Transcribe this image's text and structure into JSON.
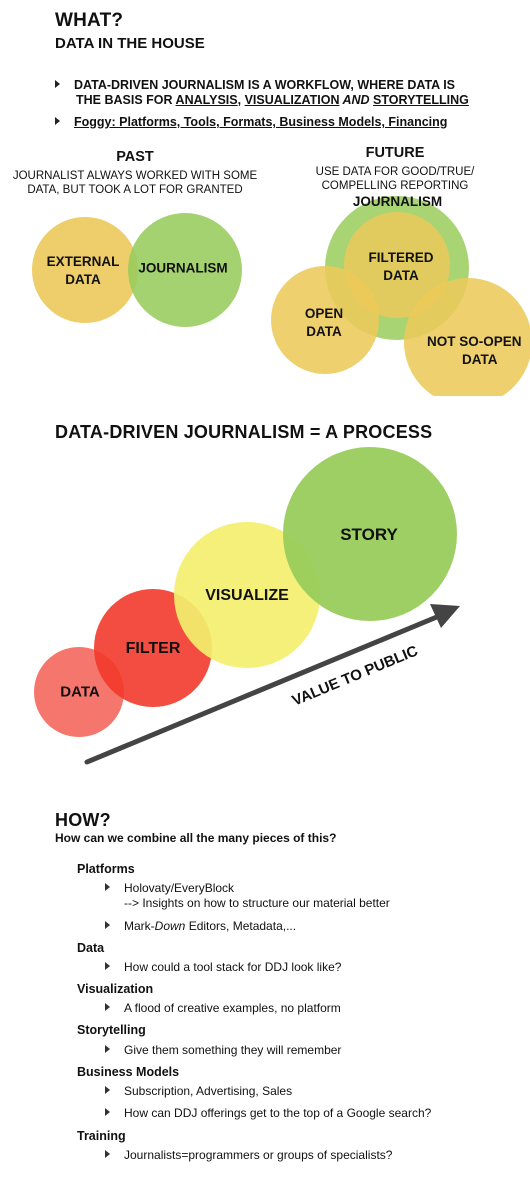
{
  "what": {
    "title": "WHAT?",
    "subtitle": "DATA IN THE HOUSE",
    "bullets": [
      {
        "line1": "DATA-DRIVEN JOURNALISM IS A WORKFLOW, WHERE DATA IS",
        "line2_pre": "THE BASIS FOR ",
        "analysis": "ANALYSIS",
        "comma": ", ",
        "visualization": "VISUALIZATION",
        "and": " AND ",
        "storytelling": "STORYTELLING"
      },
      {
        "text": "Foggy: Platforms, Tools, Formats, Business Models, Financing"
      }
    ]
  },
  "past": {
    "title": "PAST",
    "desc1": "JOURNALIST ALWAYS WORKED WITH SOME",
    "desc2": "DATA, BUT TOOK A LOT FOR GRANTED",
    "external": "EXTERNAL",
    "data": "DATA",
    "journalism": "JOURNALISM"
  },
  "future": {
    "title": "FUTURE",
    "desc1": "USE DATA FOR GOOD/TRUE/",
    "desc2": "COMPELLING REPORTING",
    "journalism": "JOURNALISM",
    "filtered": "FILTERED",
    "filtered_data": "DATA",
    "open": "OPEN",
    "open_data": "DATA",
    "notsoopen": "NOT SO-OPEN",
    "notsoopen_data": "DATA"
  },
  "process": {
    "title": "DATA-DRIVEN JOURNALISM = A PROCESS",
    "steps": [
      "DATA",
      "FILTER",
      "VISUALIZE",
      "STORY"
    ],
    "arrow_label": "VALUE TO PUBLIC"
  },
  "how": {
    "title": "HOW?",
    "subtitle": "How can we combine all the many pieces of this?",
    "platforms": "Platforms",
    "platforms_item1": "Holovaty/EveryBlock",
    "platforms_item1b": "--> Insights on how to structure our material better",
    "platforms_item2_pre": "Mark-",
    "platforms_item2_em": "Down",
    "platforms_item2_post": " Editors, Metadata,...",
    "data": "Data",
    "data_item": "How could a tool stack for DDJ look like?",
    "visualization": "Visualization",
    "visualization_item": "A flood of creative examples, no platform",
    "storytelling": "Storytelling",
    "storytelling_item": "Give them something they will remember",
    "business": "Business Models",
    "business_item1": "Subscription, Advertising, Sales",
    "business_item2": "How can DDJ offerings get to the top of a Google search?",
    "training": "Training",
    "training_item": "Journalists=programmers or groups of specialists?"
  },
  "colors": {
    "yellow": "#ecc95a",
    "green": "#99cc5c",
    "red": "#f23a2c",
    "light_red": "#f46a60",
    "light_yellow": "#f3ef6e",
    "arrow": "#444444"
  }
}
